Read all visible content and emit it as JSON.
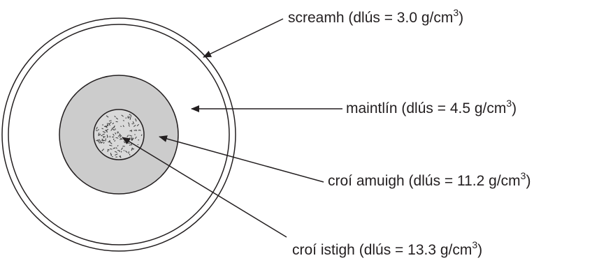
{
  "labels": {
    "crust": {
      "text": "screamh (dlús = 3.0 g/cm",
      "sup": "3",
      "close": ")"
    },
    "mantle": {
      "text": "maintlín (dlús = 4.5 g/cm",
      "sup": "3",
      "close": ")"
    },
    "outer_core": {
      "text": "croí amuigh (dlús = 11.2 g/cm",
      "sup": "3",
      "close": ")"
    },
    "inner_core": {
      "text": "croí istigh  (dlús = 13.3 g/cm",
      "sup": "3",
      "close": ")"
    }
  },
  "colors": {
    "line": "#231f20",
    "outer_core_fill": "#cccccc",
    "inner_core_fill": "#d9d9d9"
  }
}
